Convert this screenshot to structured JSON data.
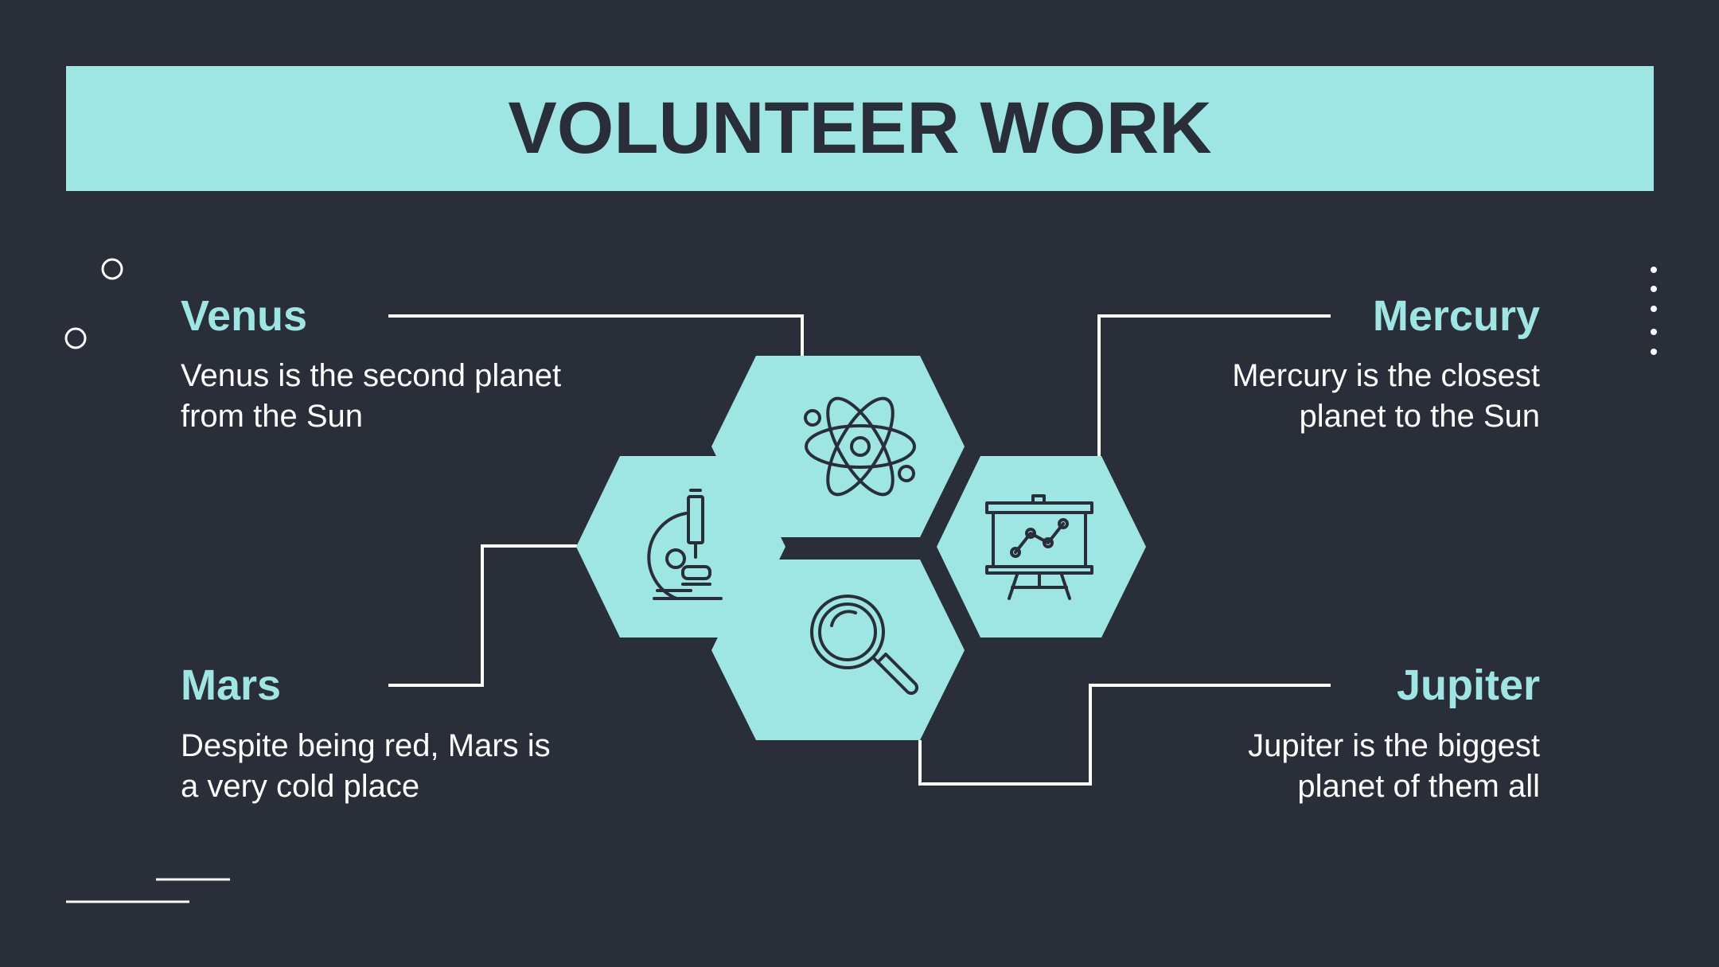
{
  "title": "VOLUNTEER WORK",
  "colors": {
    "background": "#2a2e38",
    "accent": "#9de6e4",
    "text": "#ffffff"
  },
  "items": [
    {
      "name": "Venus",
      "text_line1": "Venus is the second planet",
      "text_line2": "from the Sun",
      "icon": "atom-icon"
    },
    {
      "name": "Mercury",
      "text_line1": "Mercury is the closest",
      "text_line2": "planet to the Sun",
      "icon": "presentation-board-icon"
    },
    {
      "name": "Mars",
      "text_line1": "Despite being red, Mars is",
      "text_line2": "a very cold place",
      "icon": "microscope-icon"
    },
    {
      "name": "Jupiter",
      "text_line1": "Jupiter is the biggest",
      "text_line2": "planet of them all",
      "icon": "magnifying-glass-icon"
    }
  ]
}
